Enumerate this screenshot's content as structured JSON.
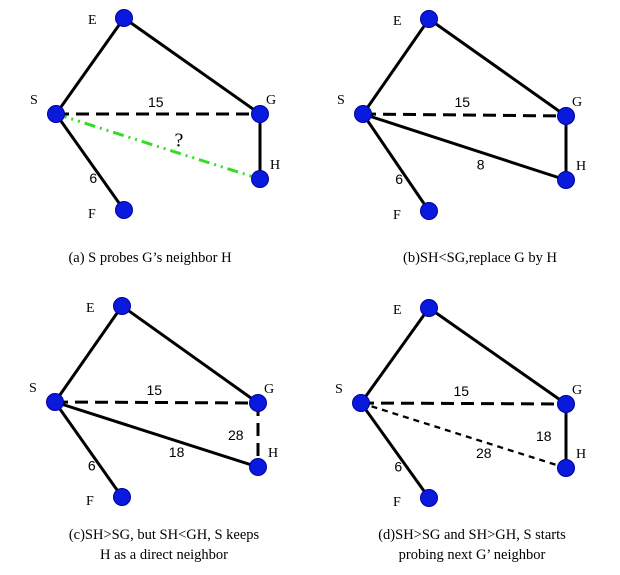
{
  "panels": [
    {
      "id": "a",
      "caption_lines": [
        "(a) S probes G’s neighbor H"
      ],
      "node_labels": {
        "S": "S",
        "E": "E",
        "G": "G",
        "H": "H",
        "F": "F"
      },
      "edges": [
        {
          "from": "S",
          "to": "E",
          "style": "solid",
          "label": ""
        },
        {
          "from": "E",
          "to": "G",
          "style": "solid",
          "label": ""
        },
        {
          "from": "S",
          "to": "G",
          "style": "dashed",
          "label": "15"
        },
        {
          "from": "G",
          "to": "H",
          "style": "solid",
          "label": ""
        },
        {
          "from": "S",
          "to": "F",
          "style": "solid",
          "label": "6"
        },
        {
          "from": "S",
          "to": "H",
          "style": "dashdot-green",
          "label": "?"
        }
      ]
    },
    {
      "id": "b",
      "caption_lines": [
        "(b)SH<SG,replace G by H"
      ],
      "node_labels": {
        "S": "S",
        "E": "E",
        "G": "G",
        "H": "H",
        "F": "F"
      },
      "edges": [
        {
          "from": "S",
          "to": "E",
          "style": "solid",
          "label": ""
        },
        {
          "from": "E",
          "to": "G",
          "style": "solid",
          "label": ""
        },
        {
          "from": "S",
          "to": "G",
          "style": "dashed",
          "label": "15"
        },
        {
          "from": "G",
          "to": "H",
          "style": "solid",
          "label": ""
        },
        {
          "from": "S",
          "to": "F",
          "style": "solid",
          "label": "6"
        },
        {
          "from": "S",
          "to": "H",
          "style": "solid",
          "label": "8"
        }
      ]
    },
    {
      "id": "c",
      "caption_lines": [
        "(c)SH>SG, but SH<GH, S keeps",
        "H as a direct neighbor"
      ],
      "node_labels": {
        "S": "S",
        "E": "E",
        "G": "G",
        "H": "H",
        "F": "F"
      },
      "edges": [
        {
          "from": "S",
          "to": "E",
          "style": "solid",
          "label": ""
        },
        {
          "from": "E",
          "to": "G",
          "style": "solid",
          "label": ""
        },
        {
          "from": "S",
          "to": "G",
          "style": "dashed",
          "label": "15"
        },
        {
          "from": "G",
          "to": "H",
          "style": "dashed",
          "label": "28"
        },
        {
          "from": "S",
          "to": "F",
          "style": "solid",
          "label": "6"
        },
        {
          "from": "S",
          "to": "H",
          "style": "solid",
          "label": "18"
        }
      ]
    },
    {
      "id": "d",
      "caption_lines": [
        "(d)SH>SG and SH>GH, S starts",
        "probing next G’ neighbor"
      ],
      "node_labels": {
        "S": "S",
        "E": "E",
        "G": "G",
        "H": "H",
        "F": "F"
      },
      "edges": [
        {
          "from": "S",
          "to": "E",
          "style": "solid",
          "label": ""
        },
        {
          "from": "E",
          "to": "G",
          "style": "solid",
          "label": ""
        },
        {
          "from": "S",
          "to": "G",
          "style": "dashed",
          "label": "15"
        },
        {
          "from": "G",
          "to": "H",
          "style": "solid",
          "label": "18"
        },
        {
          "from": "S",
          "to": "F",
          "style": "solid",
          "label": "6"
        },
        {
          "from": "S",
          "to": "H",
          "style": "shortdash",
          "label": "28"
        }
      ]
    }
  ],
  "colors": {
    "node_fill": "#0a1adc",
    "node_stroke": "#0000a0",
    "edge": "#000000",
    "probe_edge": "#33dd22",
    "background": "#ffffff"
  }
}
